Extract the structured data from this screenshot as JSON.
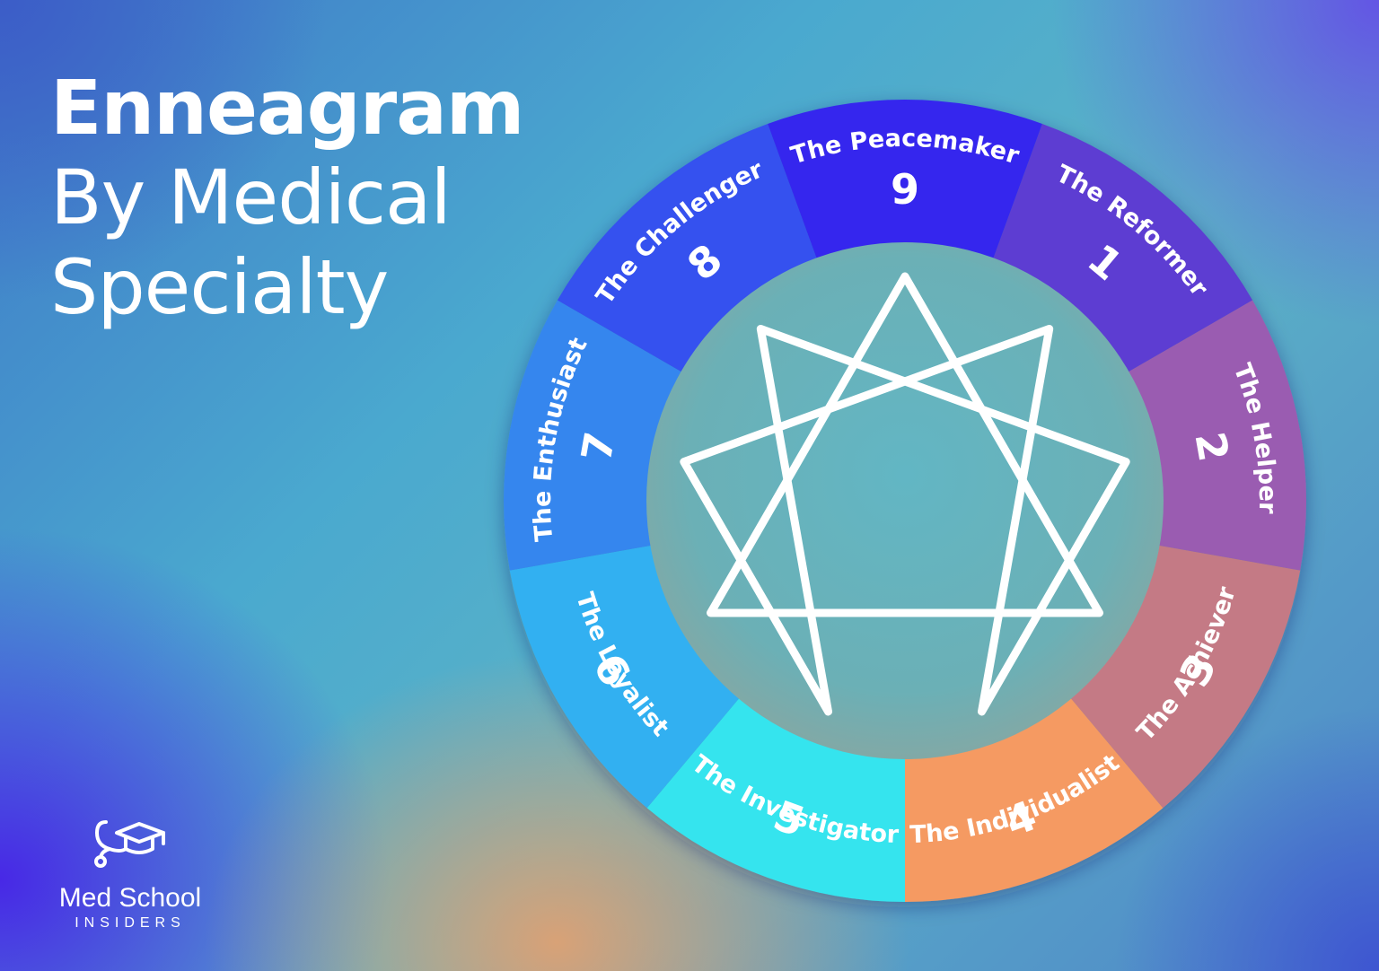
{
  "title": {
    "line1": "Enneagram",
    "line2": "By Medical",
    "line3": "Specialty"
  },
  "enneagram": {
    "types": [
      {
        "number": "1",
        "name": "The Reformer",
        "color": "#5d3ed2"
      },
      {
        "number": "2",
        "name": "The Helper",
        "color": "#9a5bb1"
      },
      {
        "number": "3",
        "name": "The Achiever",
        "color": "#c47a85"
      },
      {
        "number": "4",
        "name": "The Individualist",
        "color": "#f59a62"
      },
      {
        "number": "5",
        "name": "The Investigator",
        "color": "#35e4ee"
      },
      {
        "number": "6",
        "name": "The Loyalist",
        "color": "#32b0f1"
      },
      {
        "number": "7",
        "name": "The Enthusiast",
        "color": "#3586ee"
      },
      {
        "number": "8",
        "name": "The Challenger",
        "color": "#3451ef"
      },
      {
        "number": "9",
        "name": "The Peacemaker",
        "color": "#3426ee"
      }
    ],
    "symbol_icon": "enneagram-symbol-icon"
  },
  "logo": {
    "icon": "stethoscope-graduation-cap-icon",
    "name": "Med School",
    "subtitle": "INSIDERS"
  }
}
